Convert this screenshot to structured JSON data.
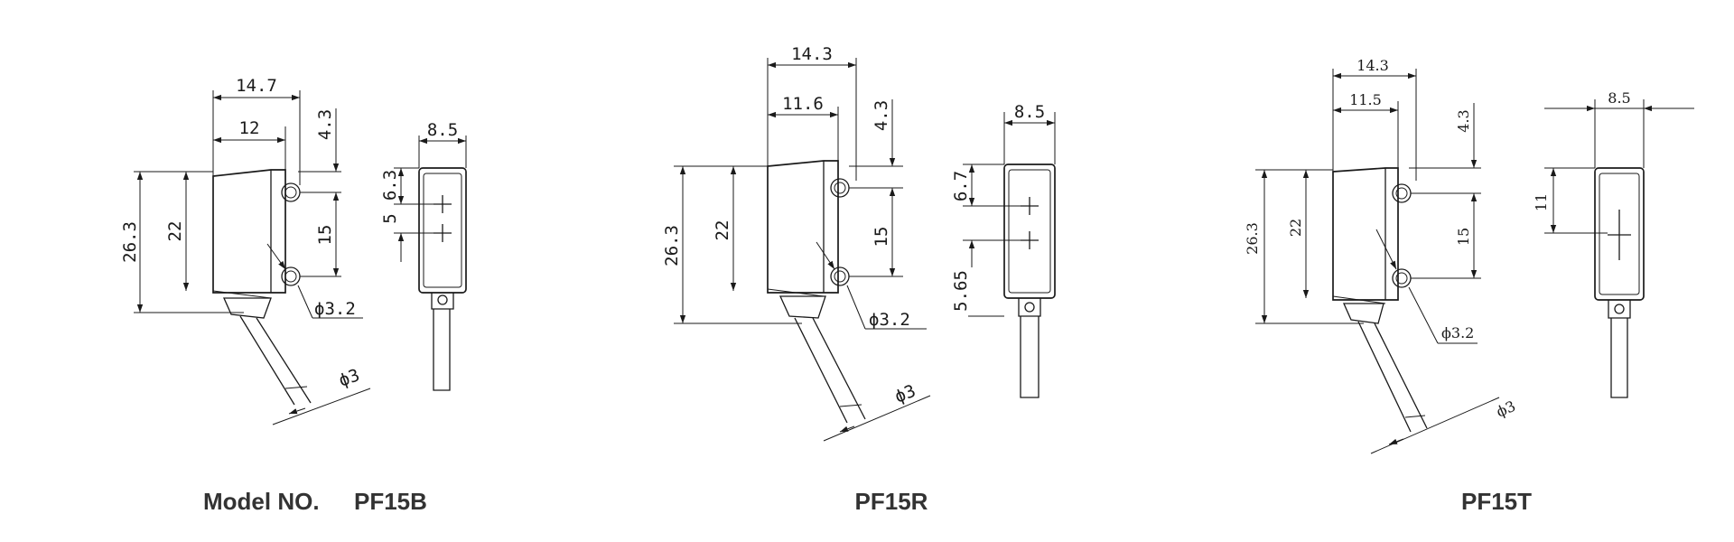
{
  "models": [
    {
      "caption_prefix": "Model NO.",
      "name": "PF15B",
      "side_view": {
        "width": "14.7",
        "inner_width": "12",
        "height": "26.3",
        "body_height": "22",
        "top_offset": "4.3",
        "hole_spacing": "15",
        "hole_dia": "ϕ3.2",
        "cable_dia": "ϕ3"
      },
      "front_view": {
        "width": "8.5",
        "upper_offset": "6.3",
        "lower_offset": "5"
      }
    },
    {
      "caption_prefix": "",
      "name": "PF15R",
      "side_view": {
        "width": "14.3",
        "inner_width": "11.6",
        "height": "26.3",
        "body_height": "22",
        "top_offset": "4.3",
        "hole_spacing": "15",
        "hole_dia": "ϕ3.2",
        "cable_dia": "ϕ3"
      },
      "front_view": {
        "width": "8.5",
        "upper_offset": "6.7",
        "lower_offset": "5.65"
      }
    },
    {
      "caption_prefix": "",
      "name": "PF15T",
      "side_view": {
        "width": "14.3",
        "inner_width": "11.5",
        "height": "26.3",
        "body_height": "22",
        "top_offset": "4.3",
        "hole_spacing": "15",
        "hole_dia": "ϕ3.2",
        "cable_dia": "ϕ3"
      },
      "front_view": {
        "width": "8.5",
        "upper_offset": "11"
      }
    }
  ]
}
